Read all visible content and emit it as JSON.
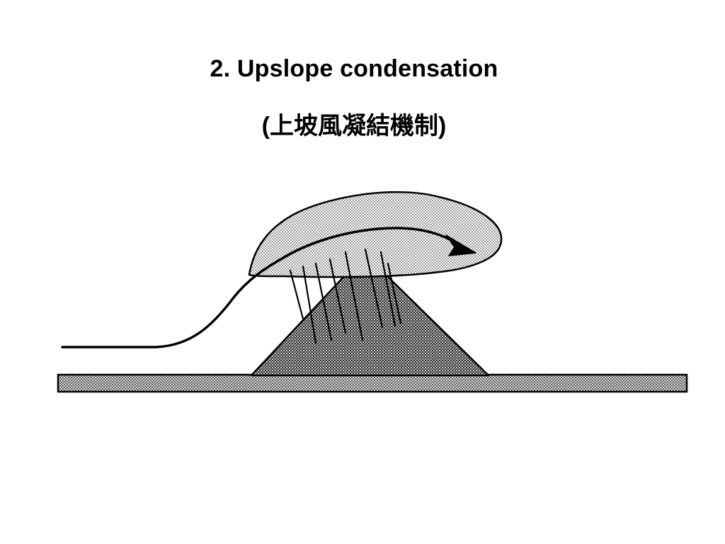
{
  "slide": {
    "title": "2. Upslope condensation",
    "subtitle": "(上坡風凝結機制)"
  },
  "diagram": {
    "elements": [
      "ground-strip",
      "mountain",
      "wind-flow-line",
      "cloud",
      "wind-arrow",
      "rain-streaks"
    ],
    "colors": {
      "ink": "#000000",
      "background": "#ffffff",
      "cloud_fill": "#e2e2e2",
      "mountain_fill": "#9a9a9a",
      "ground_fill": "#a8a8a8"
    }
  }
}
